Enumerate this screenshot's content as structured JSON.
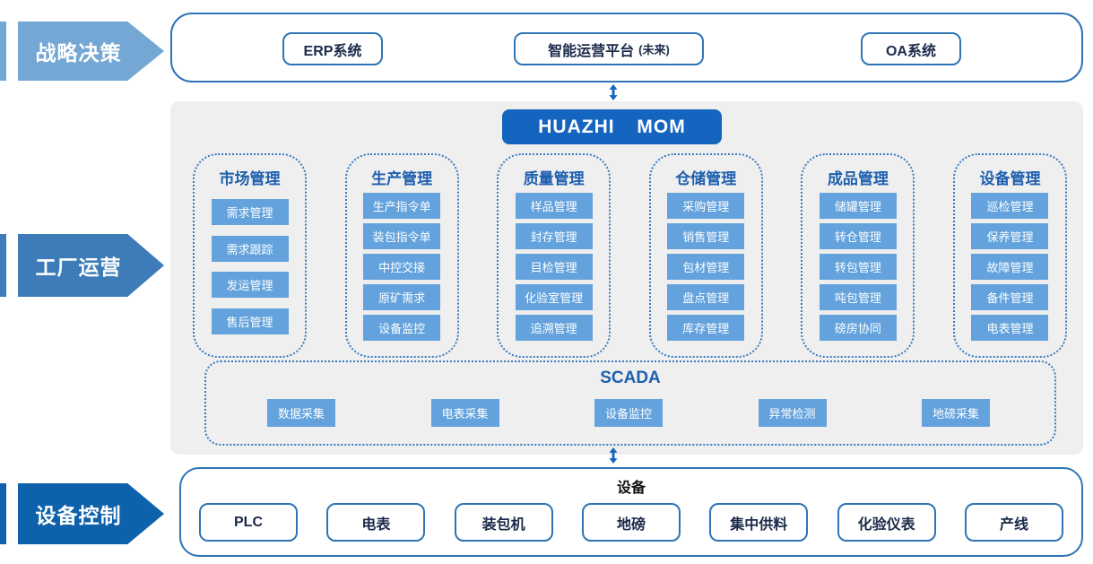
{
  "colors": {
    "arrow1": "#74A7D4",
    "arrow2": "#3D7CB8",
    "arrow3": "#0E62AB",
    "item_blue": "#63A2DC",
    "mom_blue": "#1565C0",
    "border_blue": "#2E74B5",
    "dash_blue": "#3A7BBF",
    "head_blue": "#1D5FAE",
    "panel_gray": "#EFEFEF",
    "dark_text": "#1B2A4A"
  },
  "left_banners": [
    {
      "label": "战略决策"
    },
    {
      "label": "工厂运营"
    },
    {
      "label": "设备控制"
    }
  ],
  "top_section": {
    "boxes": [
      {
        "label": "ERP系统"
      },
      {
        "label": "智能运营平台",
        "suffix": "(未来)"
      },
      {
        "label": "OA系统"
      }
    ]
  },
  "mom": {
    "title": "HUAZHI MOM",
    "columns": [
      {
        "header": "市场管理",
        "items": [
          "需求管理",
          "需求跟踪",
          "发运管理",
          "售后管理"
        ]
      },
      {
        "header": "生产管理",
        "items": [
          "生产指令单",
          "装包指令单",
          "中控交接",
          "原矿需求",
          "设备监控"
        ]
      },
      {
        "header": "质量管理",
        "items": [
          "样品管理",
          "封存管理",
          "目检管理",
          "化验室管理",
          "追溯管理"
        ]
      },
      {
        "header": "仓储管理",
        "items": [
          "采购管理",
          "销售管理",
          "包材管理",
          "盘点管理",
          "库存管理"
        ]
      },
      {
        "header": "成品管理",
        "items": [
          "储罐管理",
          "转仓管理",
          "转包管理",
          "吨包管理",
          "磅房协同"
        ]
      },
      {
        "header": "设备管理",
        "items": [
          "巡检管理",
          "保养管理",
          "故障管理",
          "备件管理",
          "电表管理"
        ]
      }
    ]
  },
  "scada": {
    "title": "SCADA",
    "items": [
      "数据采集",
      "电表采集",
      "设备监控",
      "异常检测",
      "地磅采集"
    ]
  },
  "devices": {
    "title": "设备",
    "items": [
      "PLC",
      "电表",
      "装包机",
      "地磅",
      "集中供料",
      "化验仪表",
      "产线"
    ]
  }
}
